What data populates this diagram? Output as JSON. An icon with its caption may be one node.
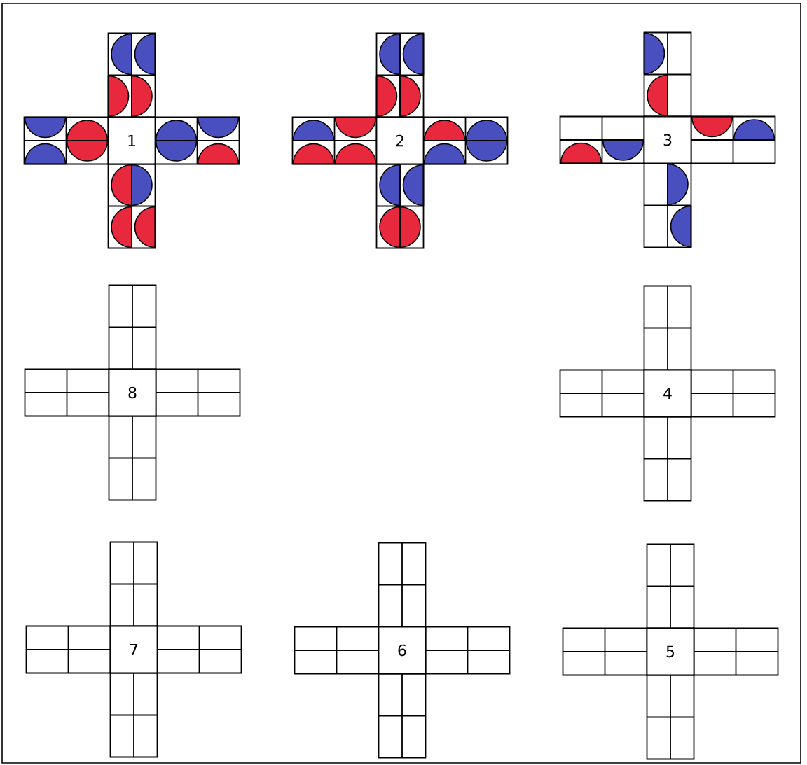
{
  "diagram": {
    "nodes": [
      {
        "text": [
          "1"
        ]
      },
      {
        "text": [
          "2"
        ]
      },
      {
        "text": [
          "3"
        ]
      },
      {
        "text": [
          "8"
        ]
      },
      {
        "text": [
          "4"
        ]
      },
      {
        "text": [
          "7"
        ]
      },
      {
        "text": [
          "6"
        ]
      },
      {
        "text": [
          "5"
        ]
      }
    ]
  }
}
